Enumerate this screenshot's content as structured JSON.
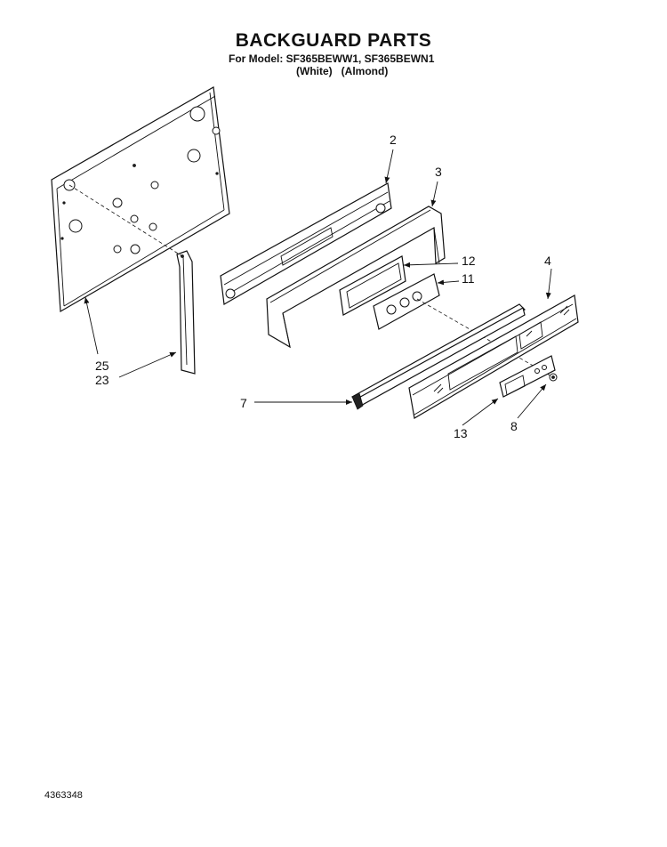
{
  "title": "BACKGUARD PARTS",
  "model_line": "For Model: SF365BEWW1, SF365BEWN1",
  "colors": [
    "(White)",
    "(Almond)"
  ],
  "document_number": "4363348",
  "callouts": {
    "c2": "2",
    "c3": "3",
    "c4": "4",
    "c7": "7",
    "c8": "8",
    "c11": "11",
    "c12": "12",
    "c13": "13",
    "c25": "25",
    "c23": "23"
  }
}
